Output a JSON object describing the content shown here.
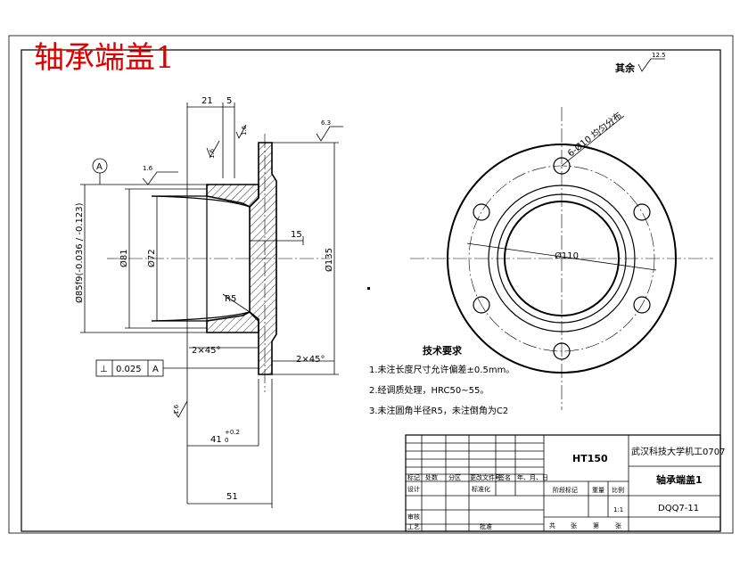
{
  "title": "轴承端盖1",
  "surface_finish_note": {
    "label": "其余",
    "value": "12.5"
  },
  "dimensions": {
    "d21": "21",
    "d5": "5",
    "d15": "15",
    "d135": "Ø135",
    "d72": "Ø72",
    "d81": "Ø81",
    "d85": "Ø85f9(-0.036 / -0.123)",
    "d110": "Ø110",
    "holes": "6-Ø10 均匀分布",
    "r5": "R5",
    "chamfer1": "2×45°",
    "chamfer2": "2×45°",
    "d41": "41",
    "d41_tol": "+0.2",
    "d41_tol_low": "0",
    "d51": "51",
    "rough_left": "1.6",
    "rough_1": "1.6",
    "rough_2": "1.6",
    "rough_3": "6.3",
    "rough_bottom": "1.6",
    "datum": "A"
  },
  "tolerance_frame": {
    "symbol": "⊥",
    "value": "0.025",
    "datum": "A"
  },
  "tech_requirements": {
    "heading": "技术要求",
    "items": [
      "1.未注长度尺寸允许偏差±0.5mm。",
      "2.经调质处理，HRC50~55。",
      "3.未注圆角半径R5，未注倒角为C2"
    ]
  },
  "title_block": {
    "material": "HT150",
    "school": "武汉科技大学机工0707",
    "part_name": "轴承端盖1",
    "drawing_no": "DQQ7-11",
    "scale": "1:1",
    "h_mark": "标记",
    "h_count": "处数",
    "h_zone": "分区",
    "h_docno": "更改文件号",
    "h_sign": "签名",
    "h_date": "年、月、日",
    "h_design": "设计",
    "h_std": "标准化",
    "h_review": "审核",
    "h_process": "工艺",
    "h_approve": "批准",
    "h_stage": "阶段标记",
    "h_weight": "重量",
    "h_scale": "比例",
    "h_total": "共",
    "h_sheet": "张",
    "h_no": "第",
    "h_sheet2": "张"
  }
}
